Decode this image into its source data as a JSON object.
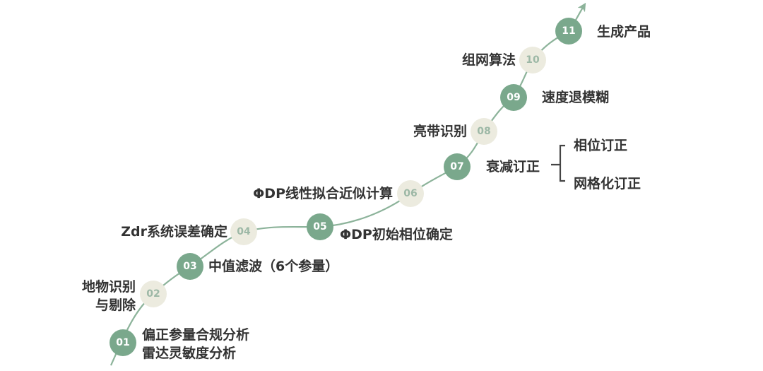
{
  "colors": {
    "path": "#8cb39a",
    "node_green": "#7aa88c",
    "node_beige": "#ecebdf",
    "num_on_green": "#ffffff",
    "num_on_beige": "#9db8a6",
    "label_text": "#333333"
  },
  "steps": [
    {
      "num": "01",
      "style": "green",
      "lines": [
        "偏正参量合规分析",
        "雷达灵敏度分析"
      ]
    },
    {
      "num": "02",
      "style": "beige",
      "lines": [
        "地物识别",
        "与剔除"
      ]
    },
    {
      "num": "03",
      "style": "green",
      "lines": [
        "中值滤波（6个参量）"
      ]
    },
    {
      "num": "04",
      "style": "beige",
      "lines": [
        "Zdr系统误差确定"
      ]
    },
    {
      "num": "05",
      "style": "green",
      "lines": [
        "ΦDP初始相位确定"
      ]
    },
    {
      "num": "06",
      "style": "beige",
      "lines": [
        "ΦDP线性拟合近似计算"
      ]
    },
    {
      "num": "07",
      "style": "green",
      "lines": [
        "衰减订正"
      ]
    },
    {
      "num": "08",
      "style": "beige",
      "lines": [
        "亮带识别"
      ]
    },
    {
      "num": "09",
      "style": "green",
      "lines": [
        "速度退模糊"
      ]
    },
    {
      "num": "10",
      "style": "beige",
      "lines": [
        "组网算法"
      ]
    },
    {
      "num": "11",
      "style": "green",
      "lines": [
        "生成产品"
      ]
    }
  ],
  "branches": [
    "相位订正",
    "网格化订正"
  ]
}
